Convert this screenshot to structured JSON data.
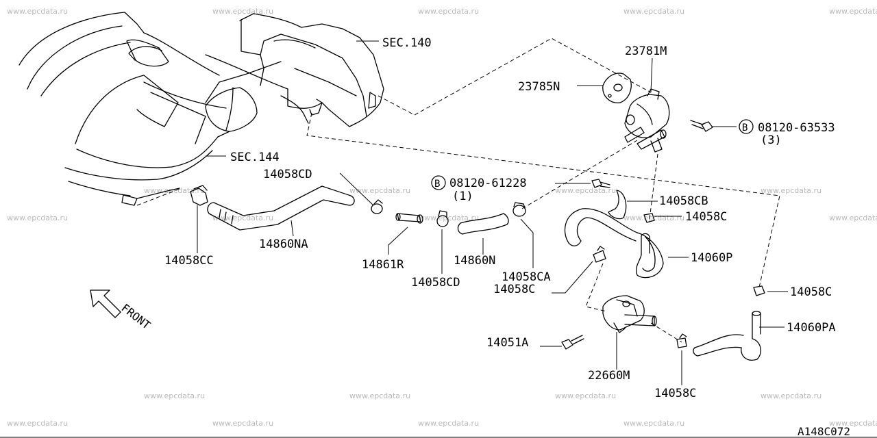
{
  "watermark": "www.epcdata.ru",
  "diagram_code": "A148C072",
  "front_label": "FRONT",
  "labels": {
    "sec140": "SEC.140",
    "sec144": "SEC.144",
    "p23781m": "23781M",
    "p23785n": "23785N",
    "bolt_08120_63533": "08120-63533",
    "qty_3": "(3)",
    "p14058cd_top": "14058CD",
    "bolt_08120_61228": "08120-61228",
    "qty_1": "(1)",
    "p14058cb": "14058CB",
    "p14058c_right1": "14058C",
    "p14060p": "14060P",
    "p14058cc": "14058CC",
    "p14860na": "14860NA",
    "p14861r": "14861R",
    "p14058cd_bottom": "14058CD",
    "p14860n": "14860N",
    "p14058ca": "14058CA",
    "p14058c_mid": "14058C",
    "p14058c_right2": "14058C",
    "p14060pa": "14060PA",
    "p14051a": "14051A",
    "p22660m": "22660M",
    "p14058c_bottom": "14058C"
  },
  "bolt_marker": "B"
}
